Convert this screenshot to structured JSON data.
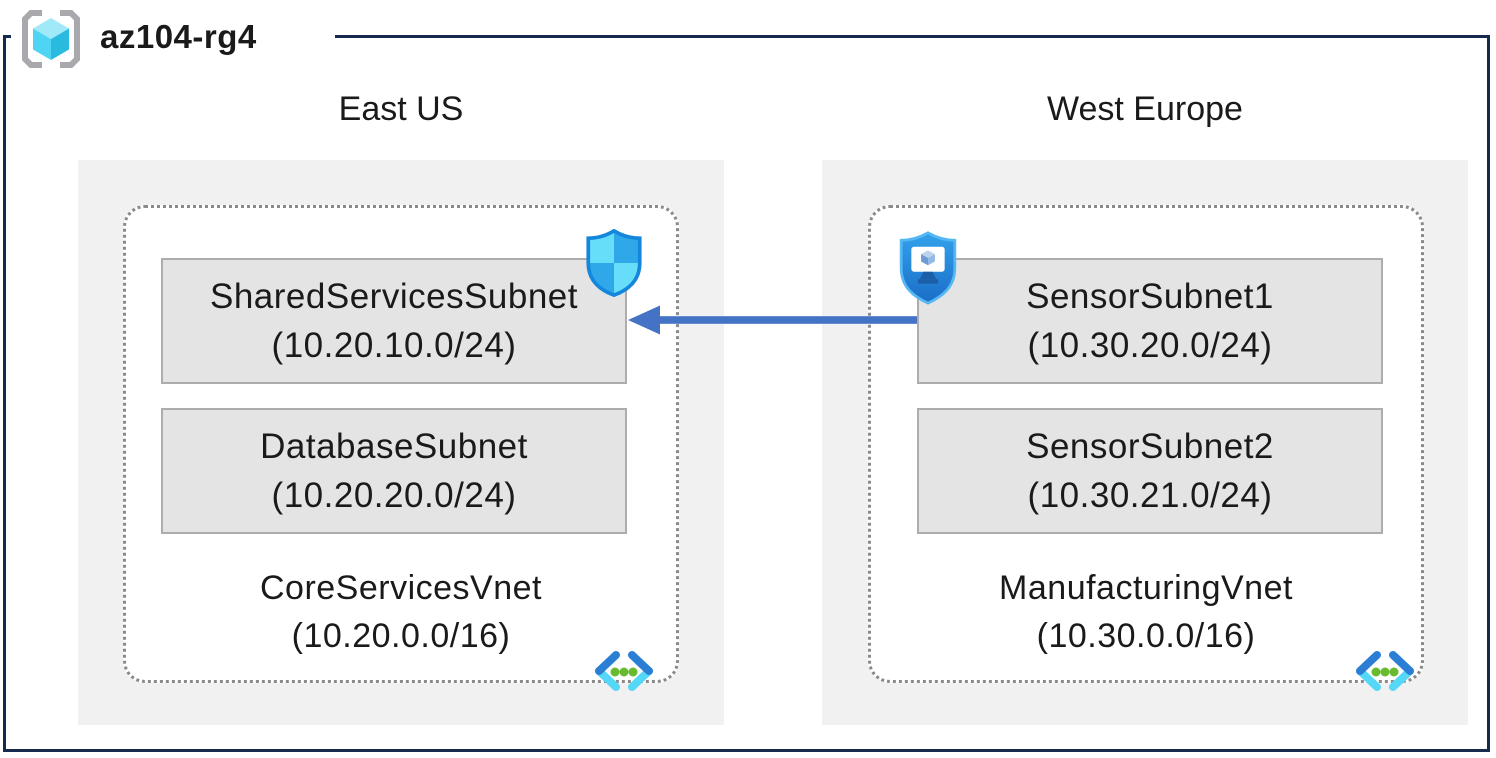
{
  "diagram": {
    "title": "az104-rg4"
  },
  "regions": [
    {
      "name": "East US",
      "vnet": {
        "name": "CoreServicesVnet",
        "cidr": "(10.20.0.0/16)",
        "subnets": [
          {
            "name": "SharedServicesSubnet",
            "cidr": "(10.20.10.0/24)"
          },
          {
            "name": "DatabaseSubnet",
            "cidr": "(10.20.20.0/24)"
          }
        ]
      }
    },
    {
      "name": "West Europe",
      "vnet": {
        "name": "ManufacturingVnet",
        "cidr": "(10.30.0.0/16)",
        "subnets": [
          {
            "name": "SensorSubnet1",
            "cidr": "(10.30.20.0/24)"
          },
          {
            "name": "SensorSubnet2",
            "cidr": "(10.30.21.0/24)"
          }
        ]
      }
    }
  ],
  "icons": {
    "resource_group": "resource-group-icon",
    "network_security_group": "nsg-shield-icon",
    "bastion": "bastion-shield-icon",
    "virtual_network": "virtual-network-icon"
  },
  "colors": {
    "outer_border": "#16294e",
    "arrow": "#4472c4",
    "region_background": "#f1f1f1",
    "subnet_background": "#e4e4e4",
    "subnet_border": "#adadad",
    "vnet_dotted_border": "#8a8a8a",
    "azure_blue": "#2f9fe8",
    "azure_cyan": "#5ad8f7",
    "azure_green": "#68ba2f"
  }
}
